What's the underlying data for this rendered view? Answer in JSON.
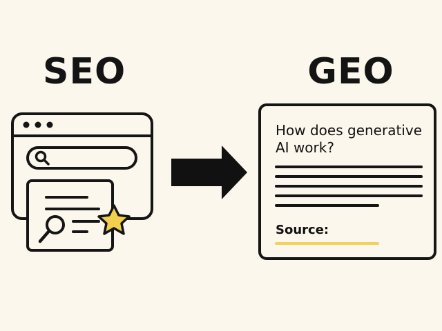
{
  "headings": {
    "left": "SEO",
    "right": "GEO"
  },
  "geo_card": {
    "question": "How does generative AI work?",
    "source_label": "Source:"
  },
  "icons": {
    "browser": "browser-window-icon",
    "search": "magnifier-icon",
    "star": "star-icon",
    "arrow": "arrow-right-icon",
    "answer": "ai-answer-card-icon"
  },
  "colors": {
    "background": "#fbf7ec",
    "ink": "#151515",
    "star": "#f3cf4e",
    "source_underline": "#f3d25a"
  }
}
